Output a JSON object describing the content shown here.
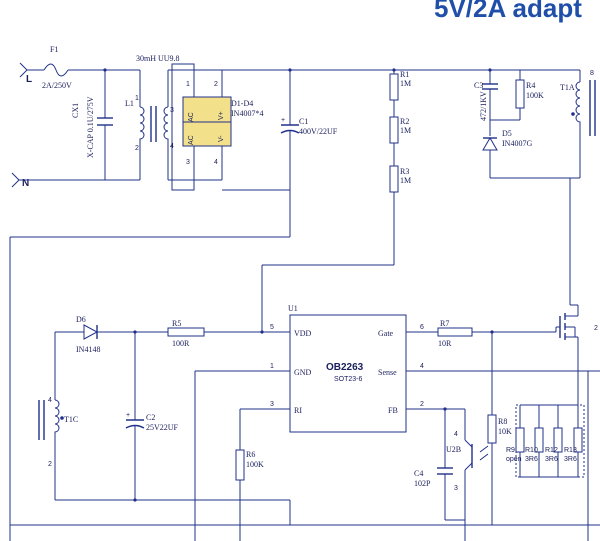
{
  "title": "5V/2A adapt",
  "colors": {
    "wire": "#20308a",
    "text": "#1a1f5c",
    "title": "#1f4fa8",
    "bridge_fill": "#f3e08a"
  },
  "inputs": {
    "line": "L",
    "neutral": "N"
  },
  "components": {
    "f1": {
      "ref": "F1",
      "value": "2A/250V"
    },
    "cx1": {
      "ref": "CX1",
      "value": "X-CAP 0.1U/275V"
    },
    "l1": {
      "ref": "L1",
      "value": "30mH UU9.8",
      "pins": [
        "1",
        "2",
        "3",
        "4"
      ]
    },
    "bridge": {
      "ref": "D1-D4",
      "value": "IN4007*4",
      "ac_top": "AC",
      "ac_bottom": "AC",
      "vplus": "V+",
      "vminus": "V-",
      "pins": [
        "1",
        "3",
        "2",
        "4"
      ]
    },
    "c1": {
      "ref": "C1",
      "value": "400V/22UF"
    },
    "r1": {
      "ref": "R1",
      "value": "1M"
    },
    "r2": {
      "ref": "R2",
      "value": "1M"
    },
    "r3": {
      "ref": "R3",
      "value": "1M"
    },
    "c3": {
      "ref": "C3",
      "value": "472/1KV"
    },
    "r4": {
      "ref": "R4",
      "value": "100K"
    },
    "d5": {
      "ref": "D5",
      "value": "IN4007G"
    },
    "t1a": {
      "ref": "T1A",
      "pin": "8"
    },
    "d6": {
      "ref": "D6",
      "value": "IN4148"
    },
    "r5": {
      "ref": "R5",
      "value": "100R"
    },
    "t1c": {
      "ref": "T1C",
      "pins": [
        "4",
        "2"
      ]
    },
    "c2": {
      "ref": "C2",
      "value": "25V22UF"
    },
    "u1": {
      "ref": "U1",
      "name": "OB2263",
      "package": "SOT23-6",
      "pins": {
        "vdd": {
          "label": "VDD",
          "num": "5"
        },
        "gnd": {
          "label": "GND",
          "num": "1"
        },
        "ri": {
          "label": "RI",
          "num": "3"
        },
        "gate": {
          "label": "Gate",
          "num": "6"
        },
        "sense": {
          "label": "Sense",
          "num": "4"
        },
        "fb": {
          "label": "FB",
          "num": "2"
        }
      }
    },
    "r6": {
      "ref": "R6",
      "value": "100K"
    },
    "r7": {
      "ref": "R7",
      "value": "10R"
    },
    "r8": {
      "ref": "R8",
      "value": "10K"
    },
    "u2b": {
      "ref": "U2B",
      "pins": [
        "4",
        "3"
      ]
    },
    "c4": {
      "ref": "C4",
      "value": "102P"
    },
    "r9": {
      "ref": "R9",
      "value": "open"
    },
    "r10": {
      "ref": "R10",
      "value": "3R6"
    },
    "r12": {
      "ref": "R12",
      "value": "3R6"
    },
    "r13": {
      "ref": "R13",
      "value": "3R6"
    },
    "q1": {
      "ref": "2"
    }
  }
}
